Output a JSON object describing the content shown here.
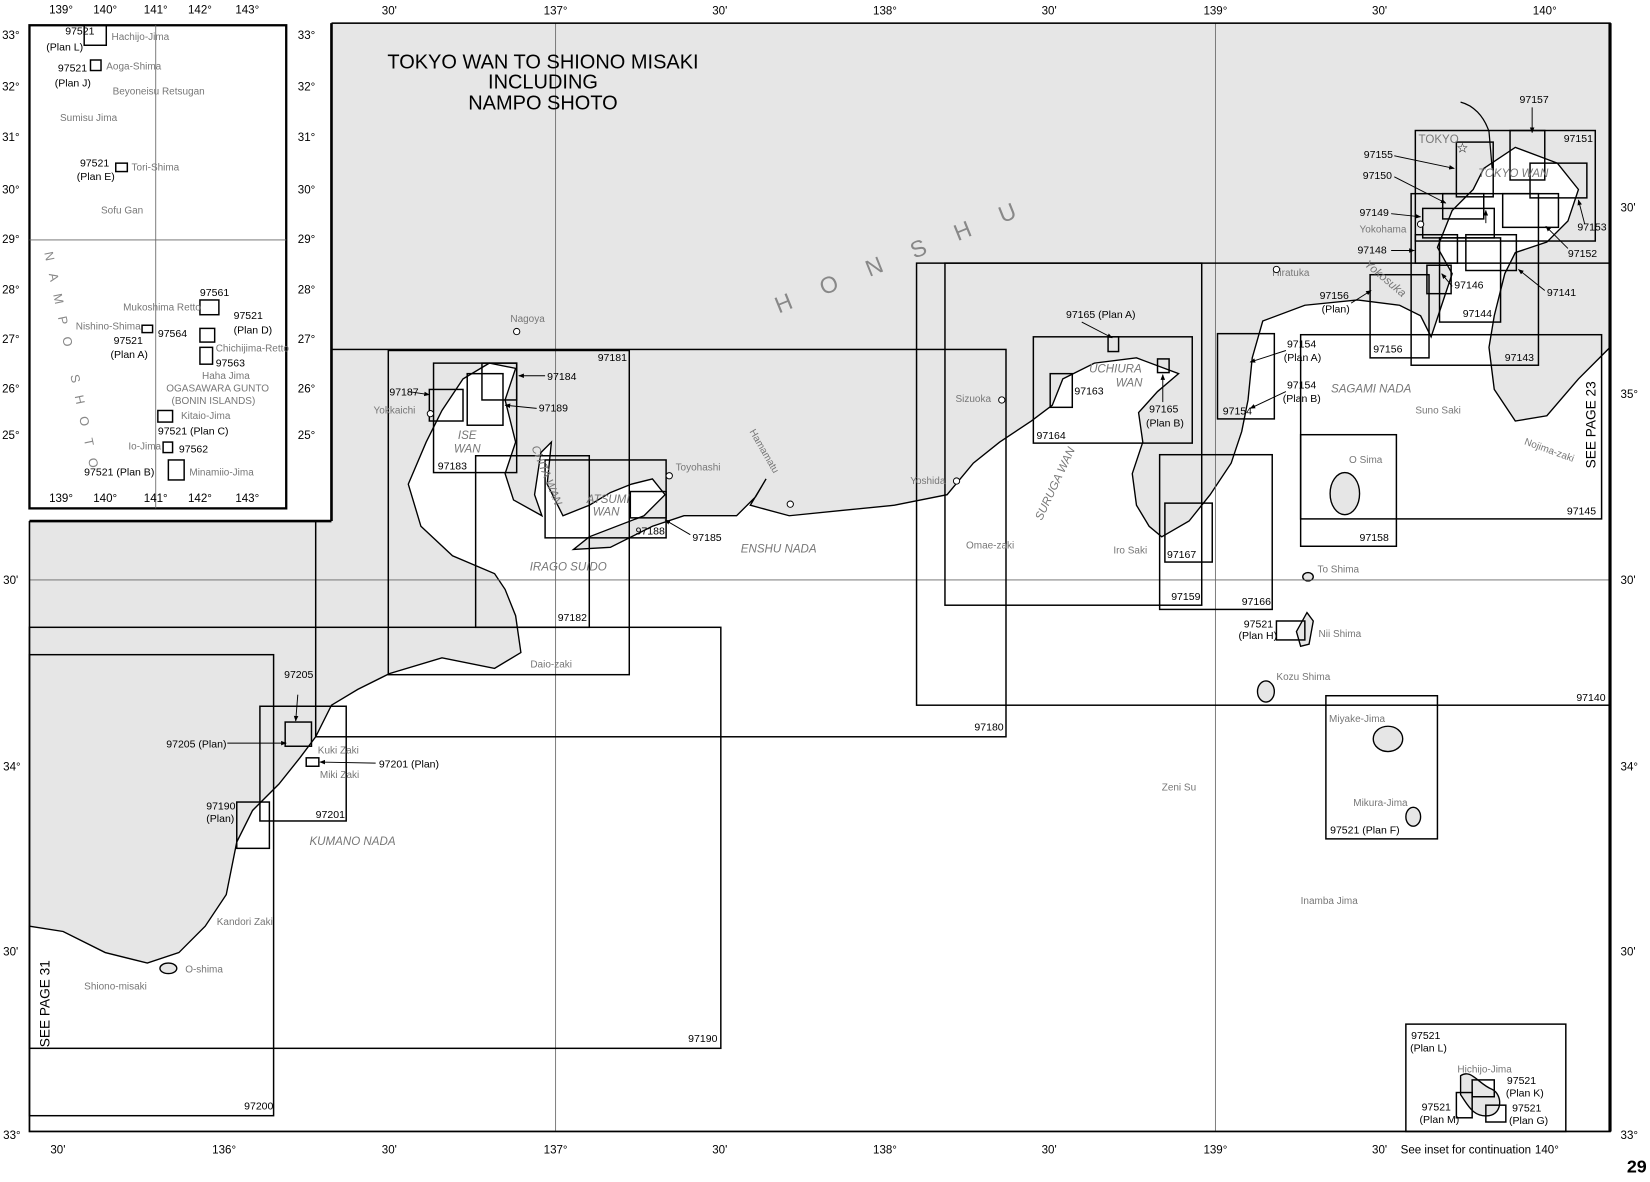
{
  "title": [
    "TOKYO WAN TO SHIONO MISAKI",
    "INCLUDING",
    "NAMPO SHOTO"
  ],
  "region": {
    "honshu": "HONSHU",
    "nampo_shoto": "NAMPO SHOTO"
  },
  "graticule": {
    "top": [
      "30'",
      "137°",
      "30'",
      "138°",
      "30'",
      "139°",
      "30'",
      "140°"
    ],
    "bottom": [
      "30'",
      "136°",
      "30'",
      "137°",
      "30'",
      "138°",
      "30'",
      "139°",
      "30'",
      "140°"
    ],
    "left": [
      "30'",
      "34°",
      "30'",
      "33°"
    ],
    "right": [
      "30'",
      "35°",
      "30'",
      "34°",
      "30'",
      "33°"
    ]
  },
  "inset": {
    "lon": [
      "139°",
      "140°",
      "141°",
      "142°",
      "143°"
    ],
    "lat": [
      "33°",
      "32°",
      "31°",
      "30°",
      "29°",
      "28°",
      "27°",
      "26°",
      "25°"
    ],
    "labels": [
      "97521",
      "(Plan L)",
      "Hachijo-Jima",
      "97521",
      "(Plan J)",
      "Aoga-Shima",
      "Beyoneisu Retsugan",
      "Sumisu Jima",
      "97521",
      "(Plan E)",
      "Tori-Shima",
      "Sofu Gan",
      "Mukoshima Retto",
      "97561",
      "Nishino-Shima",
      "97521",
      "(Plan A)",
      "97564",
      "97521",
      "(Plan D)",
      "Chichijima-Retto",
      "97563",
      "Haha Jima",
      "OGASAWARA GUNTO",
      "(BONIN ISLANDS)",
      "Kitaio-Jima",
      "97521 (Plan C)",
      "Io-Jima",
      "97562",
      "97521 (Plan B)",
      "Minamiio-Jima"
    ]
  },
  "water": [
    "ISE",
    "WAN",
    "CHITA WAN",
    "ATSUMI",
    "WAN",
    "IRAGO SUIDO",
    "ENSHU NADA",
    "UCHIURA",
    "WAN",
    "SURUGA WAN",
    "SAGAMI NADA",
    "TOKYO WAN",
    "KUMANO NADA",
    "Hamamatu",
    "Yokosuka"
  ],
  "places": [
    "Nagoya",
    "Yokkaichi",
    "Toyohashi",
    "Daio-zaki",
    "Sizuoka",
    "Yoshida",
    "Omae-zaki",
    "Iro Saki",
    "Hiratuka",
    "Yokohama",
    "TOKYO",
    "Suno Saki",
    "Nojima-zaki",
    "O Sima",
    "To Shima",
    "Nii Shima",
    "Kozu Shima",
    "Miyake-Jima",
    "Mikura-Jima",
    "Zeni Su",
    "Inamba Jima",
    "Kuki Zaki",
    "Miki Zaki",
    "Kandori Zaki",
    "O-shima",
    "Shiono-misaki",
    "Hichijo-Jima"
  ],
  "charts": [
    "97181",
    "97184",
    "97187",
    "97189",
    "97183",
    "97188",
    "97185",
    "97182",
    "97180",
    "97190",
    "97200",
    "97205",
    "97205 (Plan)",
    "97201 (Plan)",
    "97201",
    "97190",
    "(Plan)",
    "97165 (Plan A)",
    "97163",
    "97164",
    "97165",
    "(Plan B)",
    "97167",
    "97159",
    "97166",
    "97154",
    "(Plan A)",
    "97154",
    "(Plan B)",
    "97154",
    "97156",
    "(Plan)",
    "97156",
    "97143",
    "97144",
    "97146",
    "97141",
    "97148",
    "97149",
    "97150",
    "97155",
    "97157",
    "97151",
    "97153",
    "97152",
    "97145",
    "97158",
    "97140",
    "97521",
    "(Plan H)",
    "97521 (Plan F)",
    "97521",
    "(Plan L)",
    "97521",
    "(Plan K)",
    "97521",
    "(Plan M)",
    "97521",
    "(Plan G)"
  ],
  "refs": {
    "see_page_23": "SEE PAGE 23",
    "see_page_31": "SEE PAGE 31",
    "continuation": "See inset for continuation"
  },
  "page_number": "29"
}
